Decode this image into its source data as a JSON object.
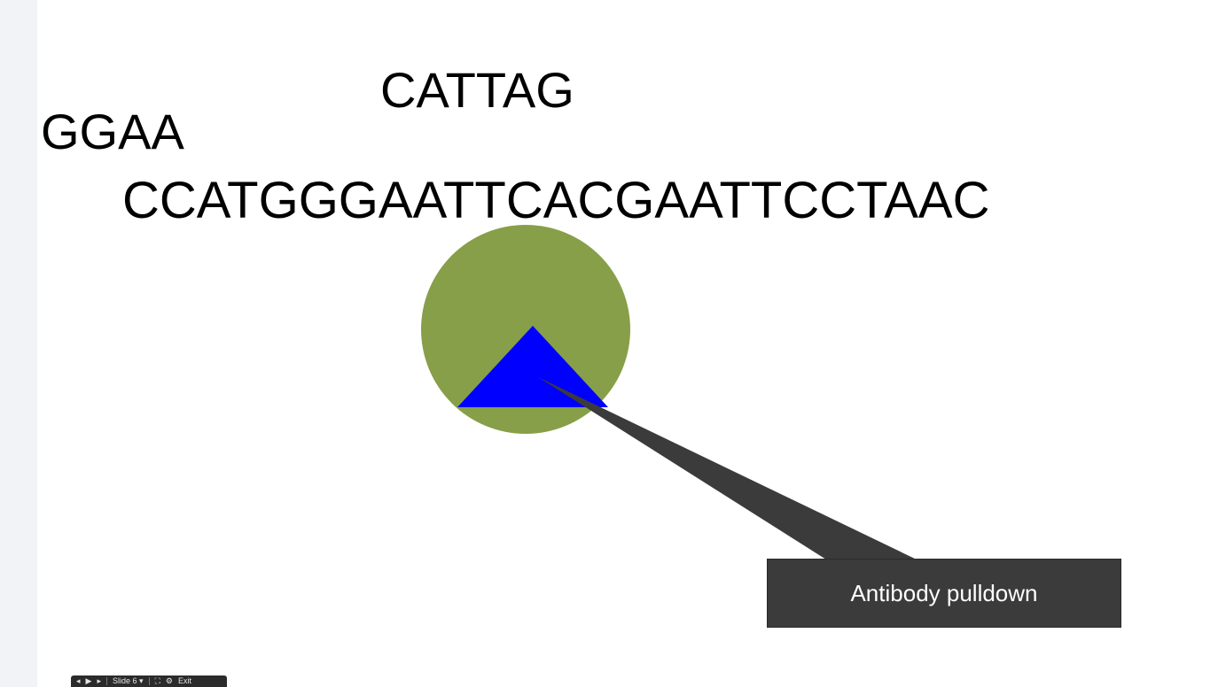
{
  "slide": {
    "sequence_top": "CATTAG",
    "sequence_left": "GGAA",
    "sequence_main": "CCATGGGAATTCACGAATTCCTAAC",
    "callout_label": "Antibody pulldown",
    "colors": {
      "protein_circle": "#879f48",
      "antibody_triangle": "#0000ff",
      "callout": "#3b3b3b"
    }
  },
  "player": {
    "prev_icon": "◂",
    "play_icon": "▶",
    "next_icon": "▸",
    "slide_label": "Slide 6",
    "dropdown_icon": "▾",
    "fullscreen_icon": "⛶",
    "settings_icon": "⚙",
    "exit_label": "Exit"
  }
}
